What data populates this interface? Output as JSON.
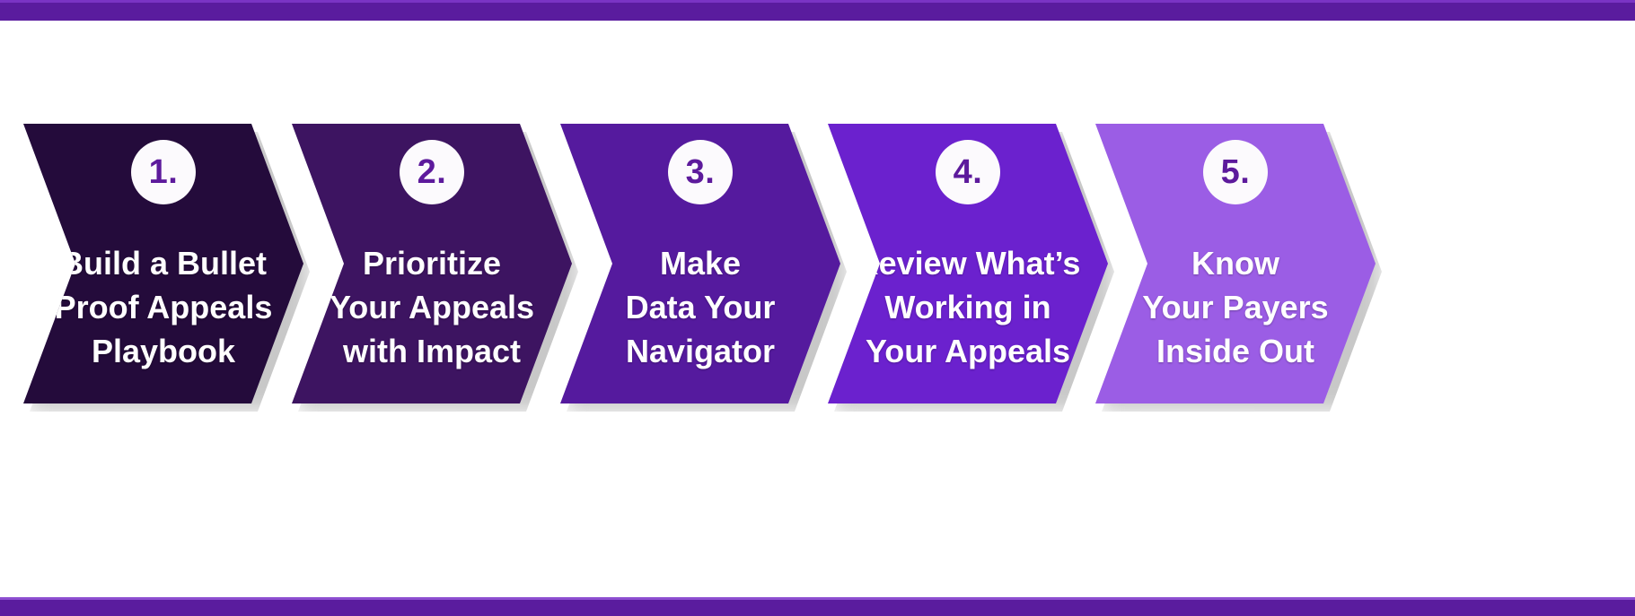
{
  "brand": {
    "bar_color": "#5A1C9E",
    "bar_top_accent": "#7A34C4"
  },
  "infographic": {
    "type": "process-chevron-steps",
    "step_count": 5,
    "steps": [
      {
        "number": "1.",
        "label": "Build a Bullet\nProof Appeals\nPlaybook",
        "color": "#240B3B"
      },
      {
        "number": "2.",
        "label": "Prioritize\nYour Appeals\nwith Impact",
        "color": "#3D1461"
      },
      {
        "number": "3.",
        "label": "Make\nData Your\nNavigator",
        "color": "#551A9E"
      },
      {
        "number": "4.",
        "label": "Review What’s\nWorking in\nYour Appeals",
        "color": "#6B21CE"
      },
      {
        "number": "5.",
        "label": "Know\nYour Payers\nInside Out",
        "color": "#9B5DE5"
      }
    ],
    "number_badge_bg": "#FCFAFD",
    "number_badge_text_color": "#5D1A9C",
    "label_text_color": "#FFFFFF"
  }
}
